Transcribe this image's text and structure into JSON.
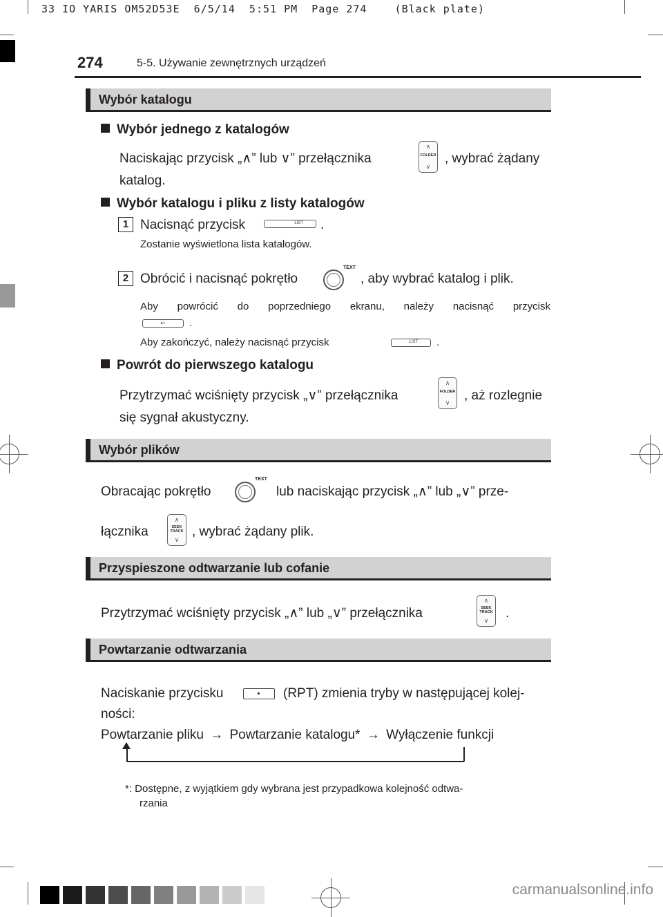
{
  "slug": "33 IO YARIS OM52D53E  6/5/14  5:51 PM  Page 274    (Black plate)",
  "header": {
    "page_number": "274",
    "chapter": "5-5. Używanie zewnętrznych urządzeń"
  },
  "sections": {
    "s1": {
      "title": "Wybór katalogu",
      "sub1": {
        "title": "Wybór jednego z katalogów",
        "line1a": "Naciskając przycisk „",
        "line1b": "” lub ",
        "line1c": "” przełącznika",
        "line1d": ", wybrać żądany",
        "line2": "katalog."
      },
      "sub2": {
        "title": "Wybór katalogu i pliku z listy katalogów",
        "step1_num": "1",
        "step1a": "Nacisnąć przycisk",
        "step1b": ".",
        "step1_note": "Zostanie wyświetlona lista katalogów.",
        "step2_num": "2",
        "step2a": "Obrócić i nacisnąć pokrętło",
        "step2b": ", aby wybrać katalog i plik.",
        "note2a": "Aby powrócić do poprzedniego ekranu, należy nacisnąć przycisk",
        "note2b": ".",
        "note3a": "Aby zakończyć, należy nacisnąć przycisk",
        "note3b": "."
      },
      "sub3": {
        "title": "Powrót do pierwszego katalogu",
        "line1a": "Przytrzymać wciśnięty przycisk „",
        "line1b": "” przełącznika",
        "line1c": ", aż rozlegnie",
        "line2": "się sygnał akustyczny."
      }
    },
    "s2": {
      "title": "Wybór plików",
      "line1a": "Obracając pokrętło",
      "line1b": "lub naciskając przycisk „",
      "line1c": "” lub „",
      "line1d": "” prze-",
      "line2a": "łącznika",
      "line2b": ", wybrać żądany plik."
    },
    "s3": {
      "title": "Przyspieszone odtwarzanie lub cofanie",
      "line1a": "Przytrzymać wciśnięty przycisk „",
      "line1b": "” lub „",
      "line1c": "” przełącznika",
      "line1d": "."
    },
    "s4": {
      "title": "Powtarzanie odtwarzania",
      "line1a": "Naciskanie przycisku",
      "line1b": "(RPT) zmienia tryby w następującej kolej-",
      "line2": "ności:",
      "cycle_a": "Powtarzanie pliku",
      "cycle_b": "Powtarzanie katalogu*",
      "cycle_c": "Wyłączenie funkcji",
      "footnote_a": "*: Dostępne, z wyjątkiem gdy wybrana jest przypadkowa kolejność odtwa-",
      "footnote_b": "rzania"
    }
  },
  "buttons": {
    "folder": "FOLDER",
    "list": "LIST",
    "text": "TEXT",
    "seek1": "SEEK",
    "seek2": "TRACK"
  },
  "glyphs": {
    "up": "∧",
    "down": "∨",
    "arrow": "→"
  },
  "footer": {
    "watermark": "carmanualsonline.info"
  },
  "colors": {
    "text": "#231f20",
    "section_bg": "#d2d2d2"
  }
}
